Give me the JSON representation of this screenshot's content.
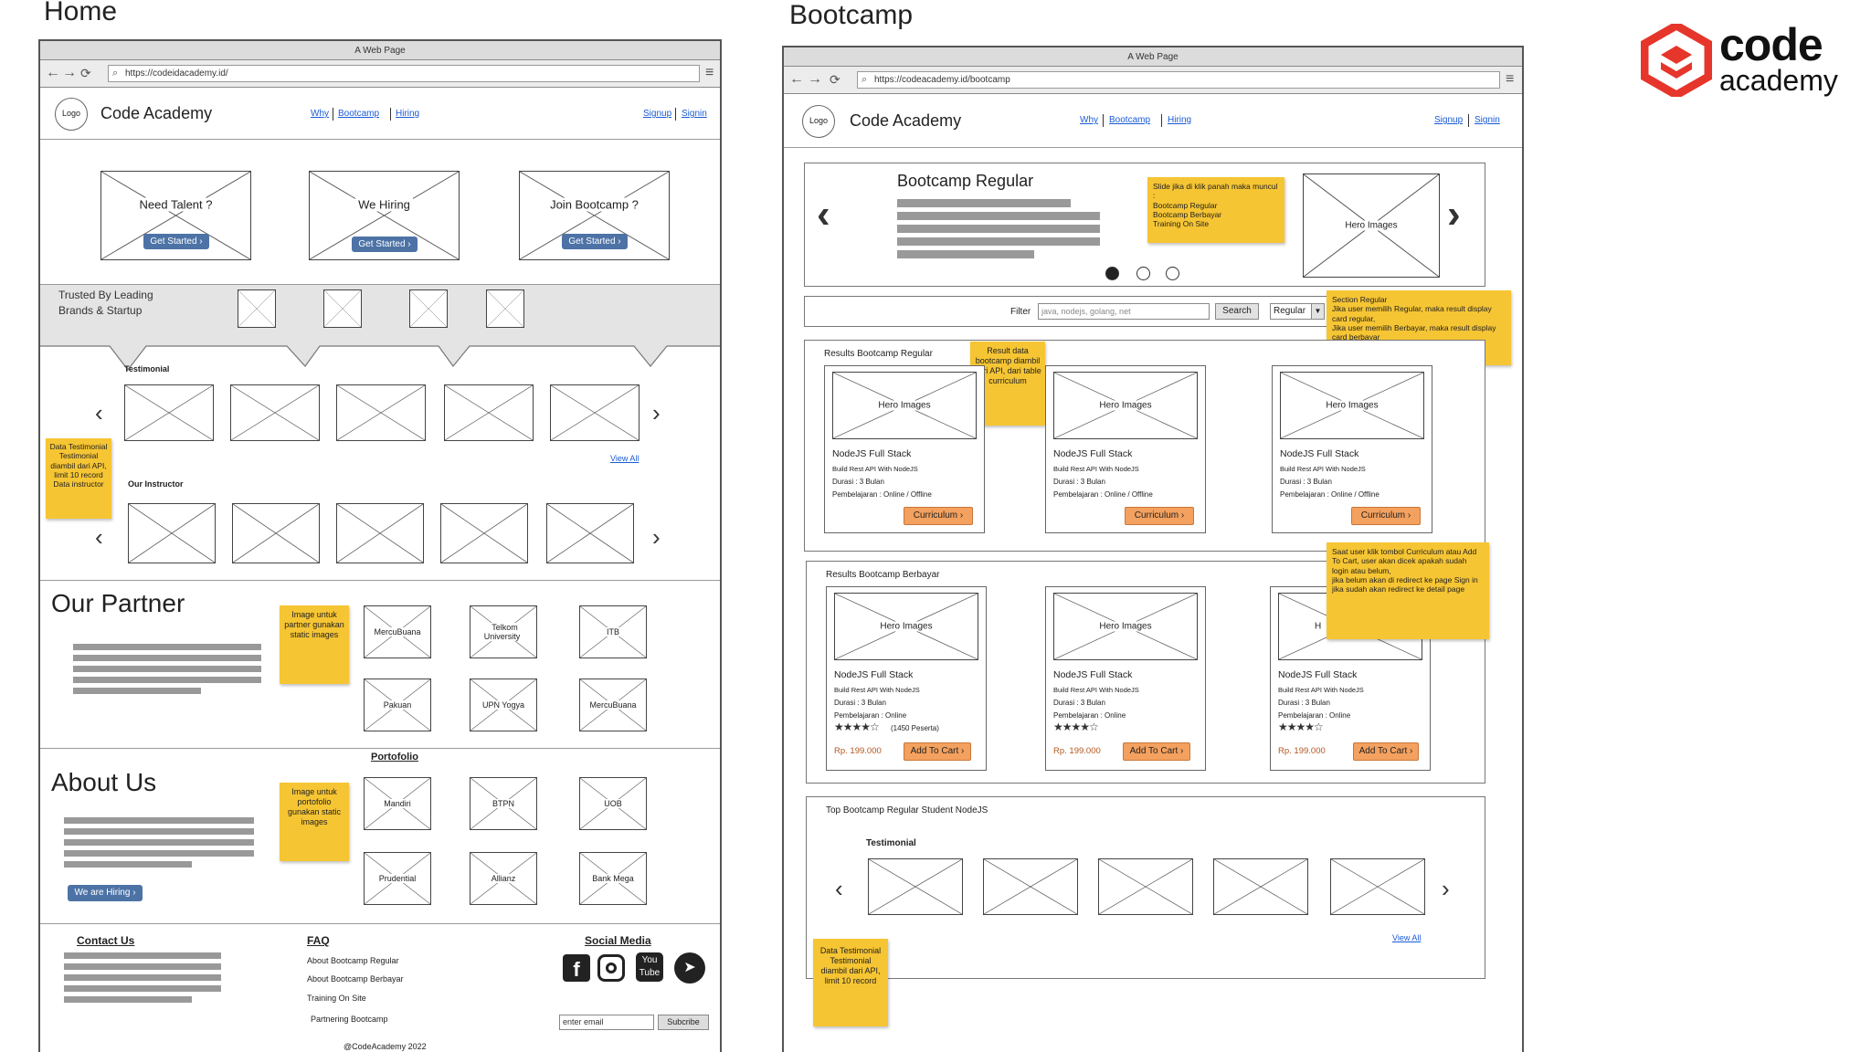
{
  "home": {
    "section_title": "Home",
    "window_title": "A Web Page",
    "url": "https://codeidacademy.id/",
    "logo": "Logo",
    "brand": "Code Academy",
    "nav": [
      "Why",
      "Bootcamp",
      "Hiring"
    ],
    "auth": [
      "Signup",
      "Signin"
    ],
    "hero": [
      {
        "title": "Need Talent ?",
        "cta": "Get Started"
      },
      {
        "title": "We Hiring",
        "cta": "Get Started"
      },
      {
        "title": "Join Bootcamp ?",
        "cta": "Get Started"
      }
    ],
    "trusted": "Trusted By Leading\nBrands & Startup",
    "testimonial_label": "Testimonial",
    "view_all": "View All",
    "instructor_label": "Our Instructor",
    "sticky_testimonial": "Data Testimonial Testimonial diambil dari API, limit 10 record Data instructor",
    "partner_title": "Our Partner",
    "sticky_partner": "Image untuk partner gunakan static images",
    "partners": [
      "MercuBuana",
      "Telkom University",
      "ITB",
      "Pakuan",
      "UPN Yogya",
      "MercuBuana"
    ],
    "portfolio_label": "Portofolio",
    "about_title": "About Us",
    "sticky_portfolio": "Image untuk portofolio gunakan static images",
    "portfolio": [
      "Mandiri",
      "BTPN",
      "UOB",
      "Prudential",
      "Allianz",
      "Bank Mega"
    ],
    "hiring_btn": "We are Hiring",
    "contact_title": "Contact Us",
    "faq_title": "FAQ",
    "faq": [
      "About Bootcamp Regular",
      "About Bootcamp Berbayar",
      "Training On Site",
      "Partnering Bootcamp"
    ],
    "social_title": "Social Media",
    "email_placeholder": "enter email",
    "subscribe": "Subcribe",
    "copyright": "@CodeAcademy 2022"
  },
  "bootcamp": {
    "section_title": "Bootcamp",
    "window_title": "A Web Page",
    "url": "https://codeacademy.id/bootcamp",
    "logo": "Logo",
    "brand": "Code Academy",
    "nav": [
      "Why",
      "Bootcamp",
      "Hiring"
    ],
    "auth": [
      "Signup",
      "Signin"
    ],
    "hero_title": "Bootcamp Regular",
    "hero_image": "Hero Images",
    "sticky_slide": "Slide jika di klik panah maka muncul :\nBootcamp Regular\nBootcamp Berbayar\nTraining On Site",
    "filter_label": "Filter",
    "filter_placeholder": "java, nodejs, golang, net",
    "search_btn": "Search",
    "select_value": "Regular",
    "sticky_section": "Section Regular\nJika user memilih Regular, maka result display card regular,\nJika user memilih Berbayar, maka result display card berbayar",
    "results_regular": "Results Bootcamp Regular",
    "sticky_result": "Result data bootcamp diambil dari API, dari table curriculum",
    "regular_cards": [
      {
        "image": "Hero Images",
        "title": "NodeJS Full Stack",
        "desc": "Build Rest API With NodeJS",
        "durasi": "Durasi : 3 Bulan",
        "pembelajaran": "Pembelajaran : Online / Offline",
        "btn": "Curriculum"
      },
      {
        "image": "Hero Images",
        "title": "NodeJS Full Stack",
        "desc": "Build Rest API With NodeJS",
        "durasi": "Durasi : 3 Bulan",
        "pembelajaran": "Pembelajaran : Online / Offline",
        "btn": "Curriculum"
      },
      {
        "image": "Hero Images",
        "title": "NodeJS Full Stack",
        "desc": "Build Rest API With NodeJS",
        "durasi": "Durasi : 3 Bulan",
        "pembelajaran": "Pembelajaran : Online / Offline",
        "btn": "Curriculum"
      }
    ],
    "results_berbayar": "Results Bootcamp Berbayar",
    "sticky_cart": "Saat user klik tombol Curriculum atau Add To Cart, user akan dicek apakah sudah login atau belum,\njika belum akan di redirect ke page Sign in\njika sudah akan redirect ke detail page",
    "paid_cards": [
      {
        "image": "Hero Images",
        "title": "NodeJS Full Stack",
        "desc": "Build Rest API With NodeJS",
        "durasi": "Durasi : 3 Bulan",
        "pembelajaran": "Pembelajaran : Online",
        "stars": "★★★★☆",
        "peserta": "(1450 Peserta)",
        "price": "Rp. 199.000",
        "btn": "Add To Cart"
      },
      {
        "image": "Hero Images",
        "title": "NodeJS Full Stack",
        "desc": "Build Rest API With NodeJS",
        "durasi": "Durasi : 3 Bulan",
        "pembelajaran": "Pembelajaran : Online",
        "stars": "★★★★☆",
        "peserta": "",
        "price": "Rp. 199.000",
        "btn": "Add To Cart"
      },
      {
        "image": "H",
        "title": "NodeJS Full Stack",
        "desc": "Build Rest API With NodeJS",
        "durasi": "Durasi : 3 Bulan",
        "pembelajaran": "Pembelajaran : Online",
        "stars": "★★★★☆",
        "peserta": "",
        "price": "Rp. 199.000",
        "btn": "Add To Cart"
      }
    ],
    "top_title": "Top Bootcamp Regular Student NodeJS",
    "testimonial_label": "Testimonial",
    "view_all": "View All",
    "sticky_testimonial": "Data Testimonial Testimonial diambil dari API, limit 10 record"
  },
  "brand_logo": {
    "line1": "code",
    "line2": "academy",
    "color": "#e6352b"
  },
  "colors": {
    "sticky": "#f6c533",
    "blue_button": "#4d73a6",
    "orange_button": "#f4a15f",
    "link": "#1a5bd6"
  }
}
